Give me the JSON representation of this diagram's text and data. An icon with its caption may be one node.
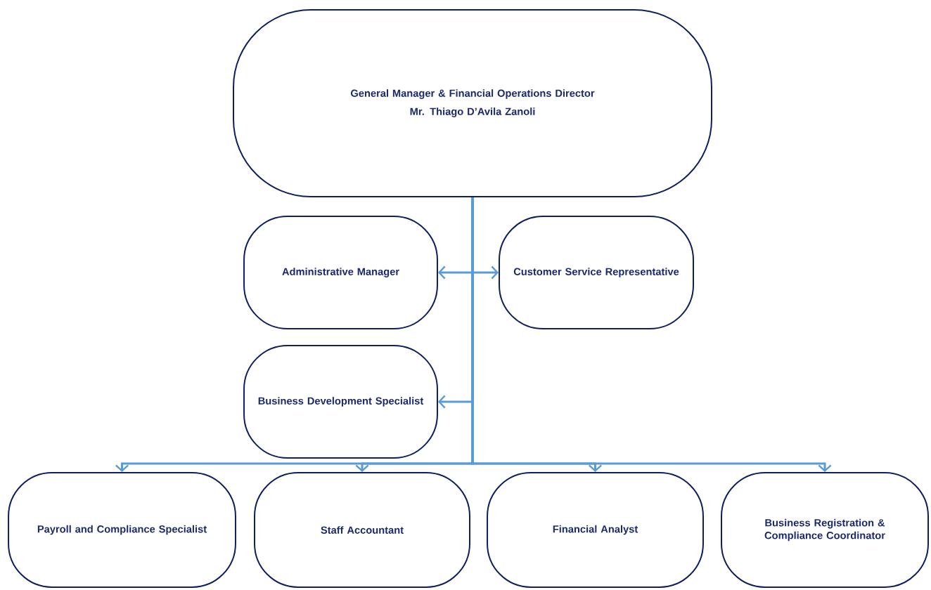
{
  "diagram": {
    "nodes": [
      {
        "text": [
          "General Manager & Financial Operations Director",
          "Mr. Thiago D’Avila Zanoli"
        ]
      },
      {
        "text": [
          "Administrative Manager"
        ]
      },
      {
        "text": [
          "Customer Service Representative"
        ]
      },
      {
        "text": [
          "Business Development Specialist"
        ]
      },
      {
        "text": [
          "Payroll and Compliance Specialist"
        ]
      },
      {
        "text": [
          "Staff Accountant"
        ]
      },
      {
        "text": [
          "Financial Analyst"
        ]
      },
      {
        "text": [
          "Business Registration & Compliance Coordinator"
        ]
      }
    ],
    "edges": [
      {
        "from": 0,
        "to": 1,
        "arrow": "to"
      },
      {
        "from": 0,
        "to": 2,
        "arrow": "to"
      },
      {
        "from": 0,
        "to": 3,
        "arrow": "to"
      },
      {
        "from": 0,
        "to": 4,
        "arrow": "to"
      },
      {
        "from": 0,
        "to": 5,
        "arrow": "to"
      },
      {
        "from": 0,
        "to": 6,
        "arrow": "to"
      },
      {
        "from": 0,
        "to": 7,
        "arrow": "to"
      }
    ]
  }
}
